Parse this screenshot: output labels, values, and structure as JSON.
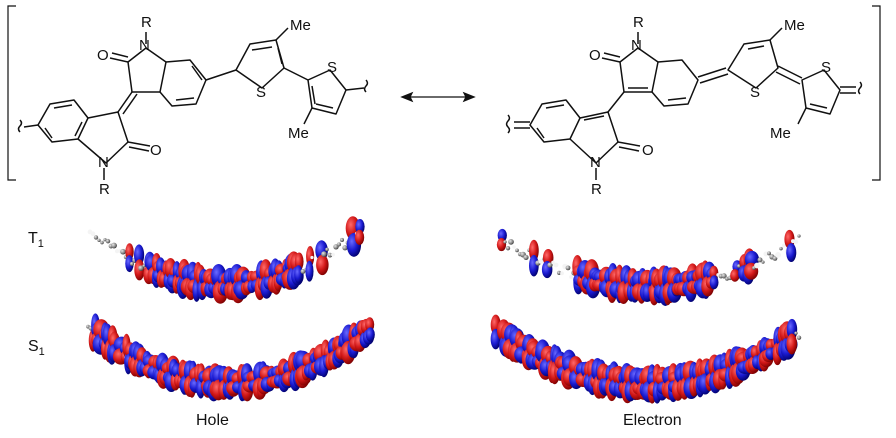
{
  "structure": {
    "left_atoms": {
      "n_top": "N",
      "r_top": "R",
      "o_top": "O",
      "s_mid": "S",
      "me_top": "Me",
      "s_right": "S",
      "me_bottom": "Me",
      "n_bottom": "N",
      "r_bottom": "R",
      "o_bottom": "O"
    },
    "right_atoms": {
      "n_top": "N",
      "r_top": "R",
      "o_top": "O",
      "s_mid": "S",
      "me_top": "Me",
      "s_right": "S",
      "me_bottom": "Me",
      "n_bottom": "N",
      "r_bottom": "R",
      "o_bottom": "O"
    }
  },
  "states": {
    "t1": {
      "letter": "T",
      "sub": "1"
    },
    "s1": {
      "letter": "S",
      "sub": "1"
    }
  },
  "columns": {
    "hole": "Hole",
    "electron": "Electron"
  },
  "colors": {
    "lobe_red": "#d21818",
    "lobe_blue": "#1a1ad0",
    "bond": "#111111",
    "atom_grey": "#7a7a7a"
  }
}
